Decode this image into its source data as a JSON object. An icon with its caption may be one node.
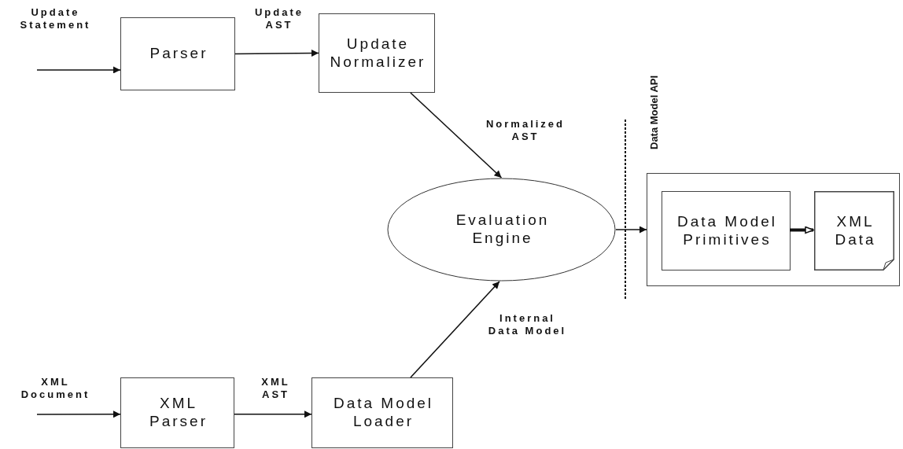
{
  "diagram": {
    "nodes": [
      {
        "text": [
          "Parser"
        ]
      },
      {
        "text": [
          "Update Normalizer"
        ]
      },
      {
        "text": [
          "Evaluation Engine"
        ]
      },
      {
        "text": [],
        "shape": "box"
      },
      {
        "text": [
          "Data Model Primitives"
        ],
        "in": 3
      },
      {
        "text": [
          "XML Data"
        ],
        "in": 3
      },
      {
        "text": [
          "XML Parser"
        ]
      },
      {
        "text": [
          "Data Model Loader"
        ]
      }
    ],
    "edges": [
      {
        "from": null,
        "to": 0,
        "arrow": "to",
        "label": "Update Statement"
      },
      {
        "from": 0,
        "to": 1,
        "arrow": "to",
        "label": "Update AST"
      },
      {
        "from": 1,
        "to": 2,
        "arrow": "to",
        "label": "Normalized AST"
      },
      {
        "from": 7,
        "to": 2,
        "arrow": "to",
        "label": "Internal Data Model"
      },
      {
        "from": 2,
        "to": 3,
        "arrow": "to"
      },
      {
        "from": 4,
        "to": 5,
        "arrow": "to",
        "style": "thick"
      },
      {
        "from": null,
        "to": 6,
        "arrow": "to",
        "label": "XML Document"
      },
      {
        "from": 6,
        "to": 7,
        "arrow": "to",
        "label": "XML AST"
      }
    ],
    "labels": [
      "Data Model API"
    ]
  }
}
